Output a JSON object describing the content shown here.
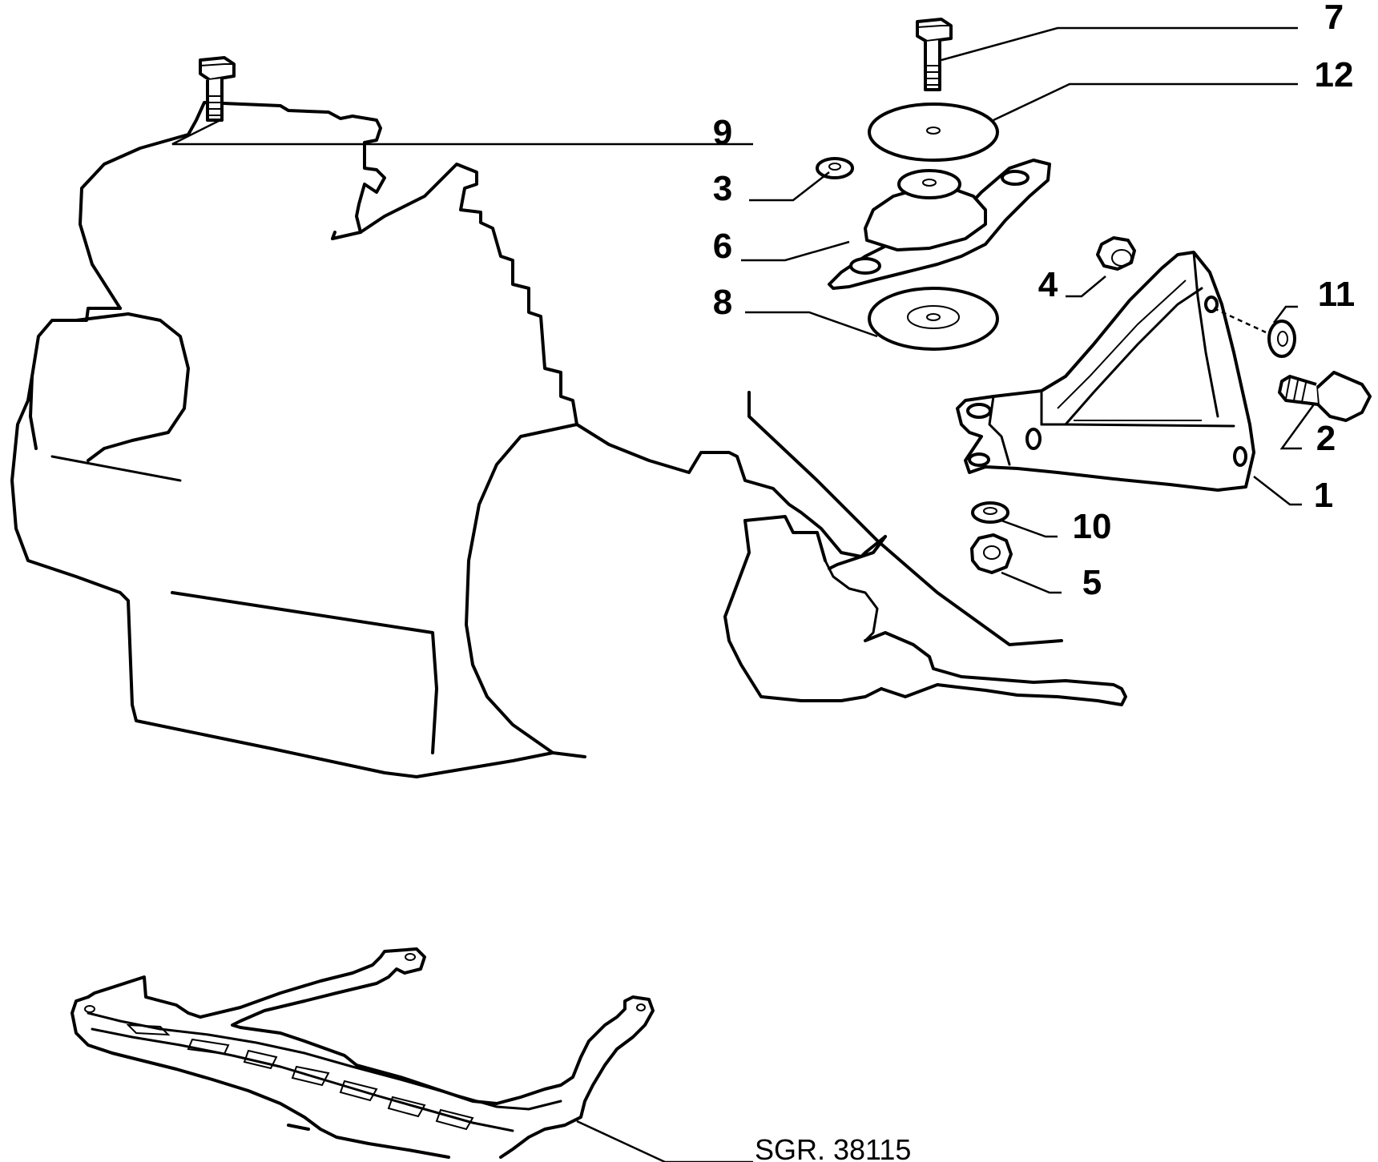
{
  "callouts": [
    {
      "id": "c7",
      "label": "7"
    },
    {
      "id": "c12",
      "label": "12"
    },
    {
      "id": "c9",
      "label": "9"
    },
    {
      "id": "c3",
      "label": "3"
    },
    {
      "id": "c6",
      "label": "6"
    },
    {
      "id": "c4",
      "label": "4"
    },
    {
      "id": "c8",
      "label": "8"
    },
    {
      "id": "c11",
      "label": "11"
    },
    {
      "id": "c2",
      "label": "2"
    },
    {
      "id": "c1",
      "label": "1"
    },
    {
      "id": "c10",
      "label": "10"
    },
    {
      "id": "c5",
      "label": "5"
    }
  ],
  "reference": {
    "label": "SGR. 38115"
  }
}
